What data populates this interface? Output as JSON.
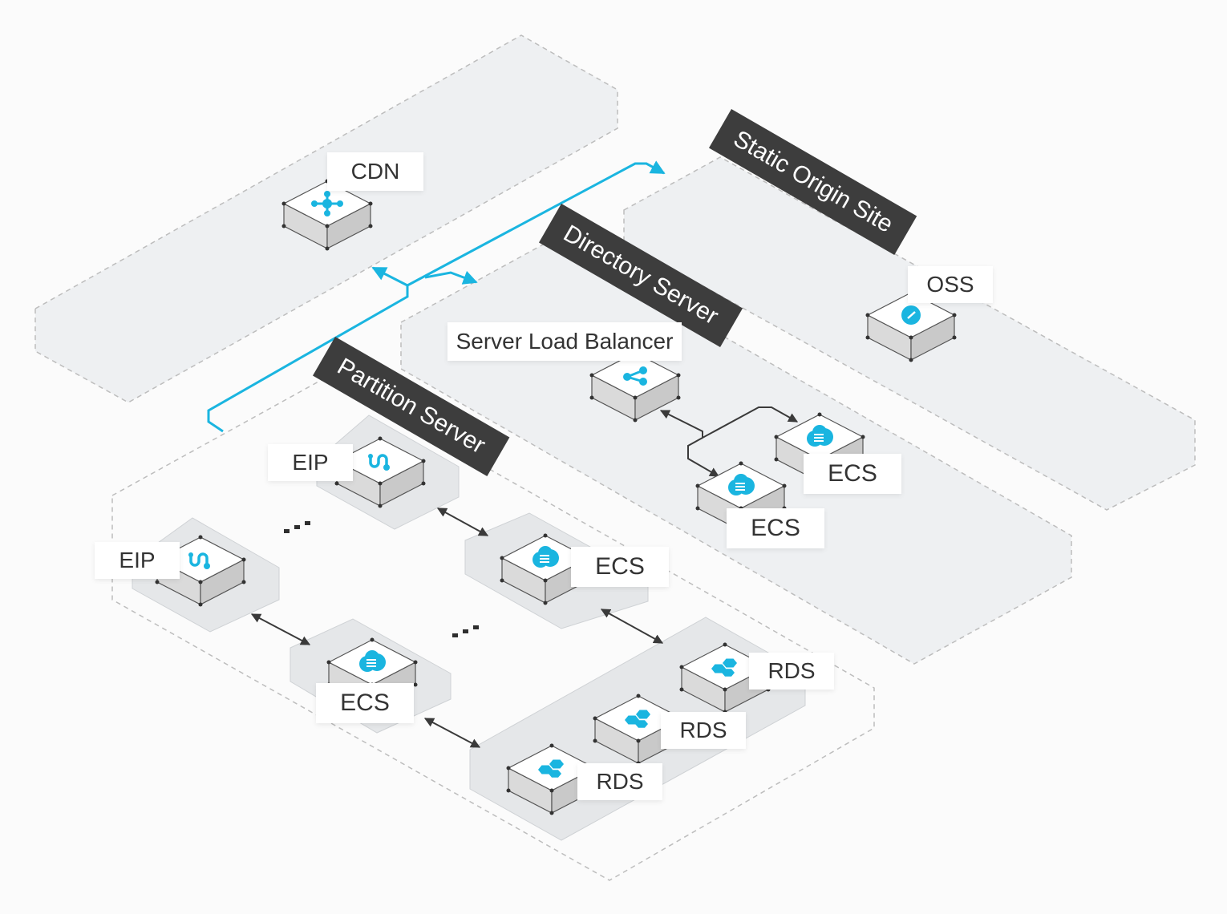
{
  "zones": {
    "partition": "Partition Server",
    "directory": "Directory Server",
    "static": "Static Origin Site"
  },
  "nodes": {
    "cdn": "CDN",
    "oss": "OSS",
    "slb": "Server Load Balancer",
    "dir_ecs_1": "ECS",
    "dir_ecs_2": "ECS",
    "eip_1": "EIP",
    "eip_2": "EIP",
    "ecs_1": "ECS",
    "ecs_2": "ECS",
    "rds_1": "RDS",
    "rds_2": "RDS",
    "rds_3": "RDS"
  },
  "ellipsis_1": "…",
  "ellipsis_2": "…",
  "colors": {
    "accent": "#1ab5e0",
    "zone_fill": "#eef0f2",
    "banner": "#3d3d3d",
    "box_side": "#d9d9d9"
  }
}
